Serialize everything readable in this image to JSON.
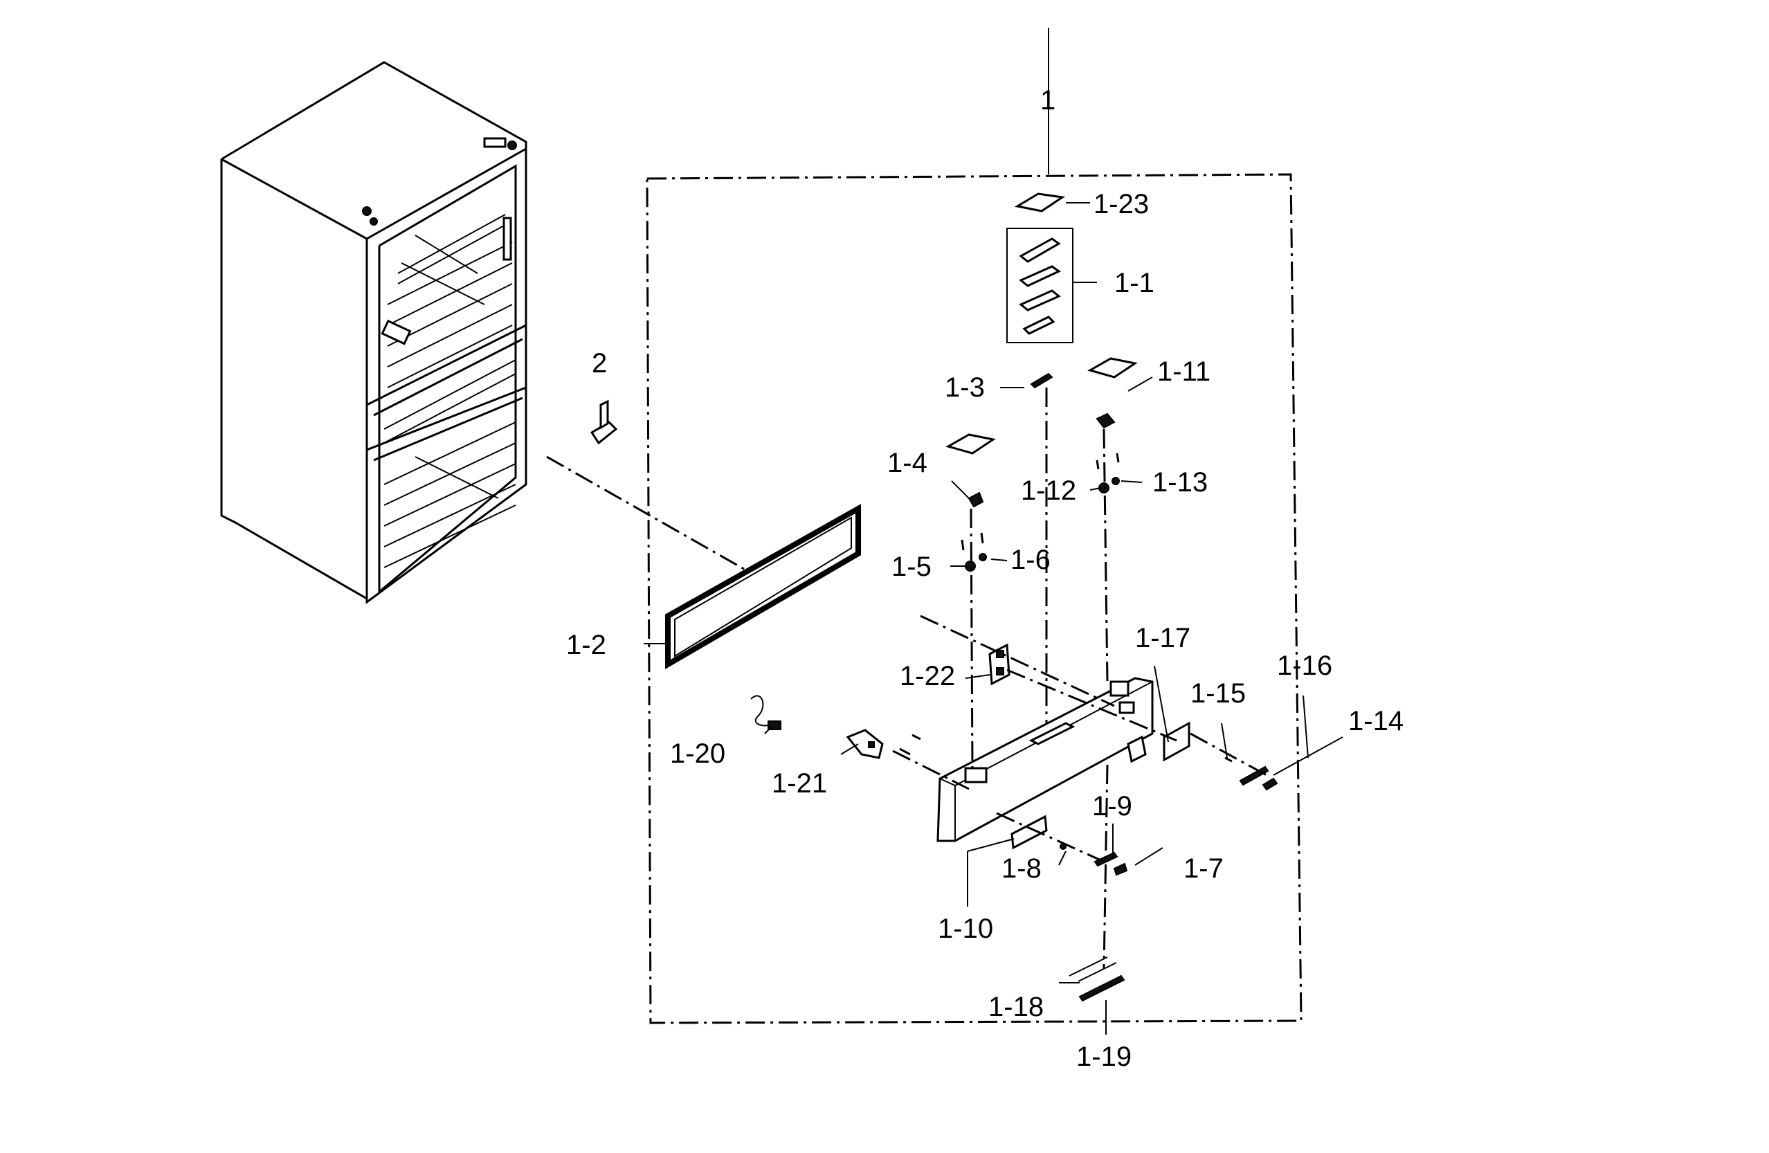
{
  "labels": {
    "p1": "1",
    "p1_1": "1-1",
    "p1_2": "1-2",
    "p1_3": "1-3",
    "p1_4": "1-4",
    "p1_5": "1-5",
    "p1_6": "1-6",
    "p1_7": "1-7",
    "p1_8": "1-8",
    "p1_9": "1-9",
    "p1_10": "1-10",
    "p1_11": "1-11",
    "p1_12": "1-12",
    "p1_13": "1-13",
    "p1_14": "1-14",
    "p1_15": "1-15",
    "p1_16": "1-16",
    "p1_17": "1-17",
    "p1_18": "1-18",
    "p1_19": "1-19",
    "p1_20": "1-20",
    "p1_21": "1-21",
    "p1_22": "1-22",
    "p1_23": "1-23",
    "p2": "2"
  }
}
